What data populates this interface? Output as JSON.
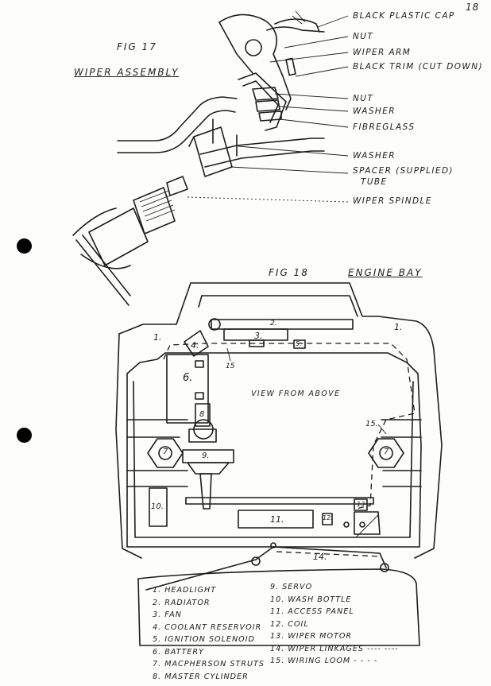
{
  "page_number": "18",
  "fig17": {
    "title": "FIG 17",
    "subtitle": "WIPER ASSEMBLY",
    "labels": [
      "BLACK PLASTIC CAP",
      "NUT",
      "WIPER ARM",
      "BLACK TRIM (CUT DOWN)",
      "NUT",
      "WASHER",
      "FIBREGLASS",
      "WASHER",
      "SPACER (SUPPLIED)",
      "TUBE",
      "WIPER SPINDLE"
    ]
  },
  "fig18": {
    "title": "FIG 18",
    "subtitle": "ENGINE BAY",
    "view_label": "VIEW FROM ABOVE",
    "callouts": [
      "1.",
      "1.",
      "2.",
      "3.",
      "4.",
      "5.",
      "6.",
      "7",
      "7",
      "8",
      "9.",
      "10.",
      "11.",
      "12.",
      "13",
      "14.",
      "15",
      "15."
    ],
    "legend_left": [
      "1. HEADLIGHT",
      "2. RADIATOR",
      "3. FAN",
      "4. COOLANT RESERVOIR",
      "5. IGNITION SOLENOID",
      "6. BATTERY",
      "7. MACPHERSON STRUTS",
      "8. MASTER CYLINDER"
    ],
    "legend_right": [
      "9. SERVO",
      "10. WASH BOTTLE",
      "11. ACCESS PANEL",
      "12. COIL",
      "13. WIPER MOTOR",
      "14. WIPER LINKAGES ---- ----",
      "15. WIRING LOOM - - - -"
    ]
  }
}
